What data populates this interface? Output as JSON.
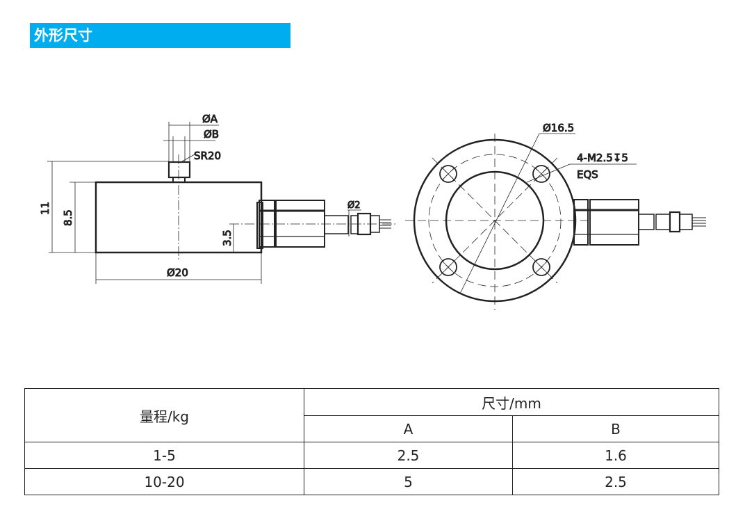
{
  "section_title": "外形尺寸",
  "drawing": {
    "dim_phiA": "ØA",
    "dim_phiB": "ØB",
    "dim_sr20": "SR20",
    "dim_11": "11",
    "dim_8_5": "8.5",
    "dim_3_5": "3.5",
    "dim_phi20": "Ø20",
    "dim_phi2": "Ø2",
    "dim_phi16_5": "Ø16.5",
    "dim_holes": "4-M2.5↧5",
    "dim_eqs": "EQS"
  },
  "table": {
    "col_range": "量程/kg",
    "col_size": "尺寸/mm",
    "col_a": "A",
    "col_b": "B",
    "rows": [
      {
        "range": "1-5",
        "a": "2.5",
        "b": "1.6"
      },
      {
        "range": "10-20",
        "a": "5",
        "b": "2.5"
      }
    ]
  }
}
